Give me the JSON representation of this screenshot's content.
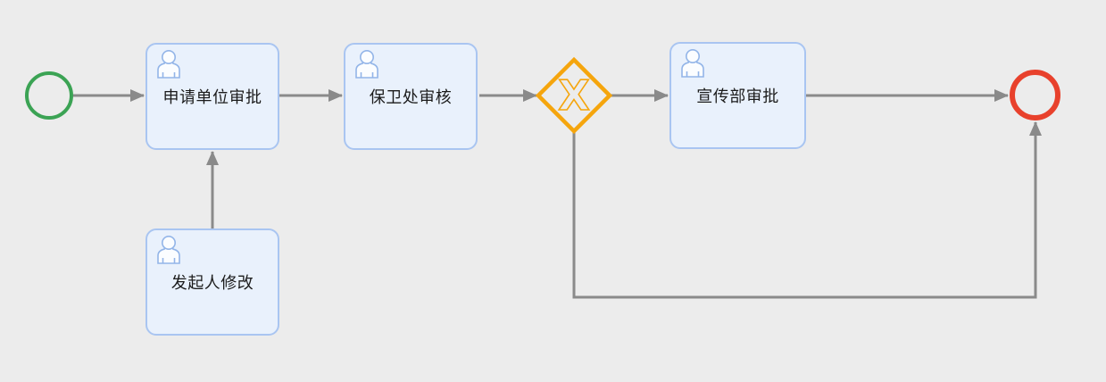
{
  "diagram": {
    "type": "bpmn-process-flow",
    "colors": {
      "canvas_bg": "#ececec",
      "task_fill": "#e9f1fc",
      "task_border": "#a9c5f1",
      "edge": "#8a8a8a",
      "start_event": "#3ba354",
      "end_event": "#e8412c",
      "gateway": "#f5a50d",
      "label_text": "#1b1b1b",
      "user_icon": "#93b5e8"
    },
    "nodes": {
      "start_event": {
        "kind": "start-event"
      },
      "task_apply_unit": {
        "kind": "user-task",
        "label": "申请单位审批",
        "icon": "user-icon"
      },
      "task_security_office": {
        "kind": "user-task",
        "label": "保卫处审核",
        "icon": "user-icon"
      },
      "gateway_exclusive": {
        "kind": "exclusive-gateway",
        "symbol": "X"
      },
      "task_publicity_dept": {
        "kind": "user-task",
        "label": "宣传部审批",
        "icon": "user-icon"
      },
      "task_initiator_modify": {
        "kind": "user-task",
        "label": "发起人修改",
        "icon": "user-icon"
      },
      "end_event": {
        "kind": "end-event"
      }
    },
    "flows": [
      {
        "from": "start_event",
        "to": "task_apply_unit"
      },
      {
        "from": "task_apply_unit",
        "to": "task_security_office"
      },
      {
        "from": "task_security_office",
        "to": "gateway_exclusive"
      },
      {
        "from": "gateway_exclusive",
        "to": "task_publicity_dept"
      },
      {
        "from": "task_publicity_dept",
        "to": "end_event"
      },
      {
        "from": "task_initiator_modify",
        "to": "task_apply_unit"
      },
      {
        "from": "gateway_exclusive",
        "to": "end_event"
      }
    ]
  }
}
